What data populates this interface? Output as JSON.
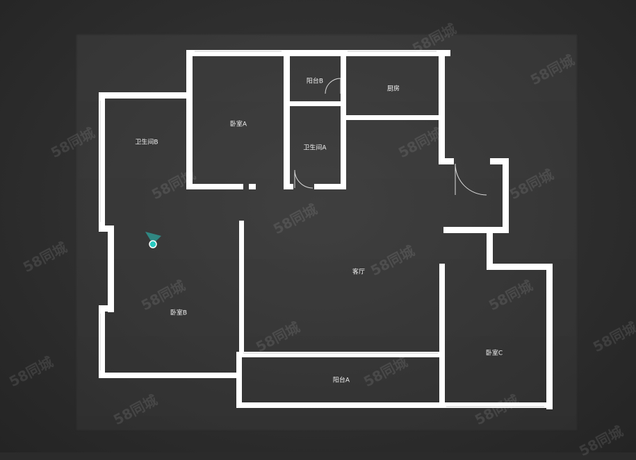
{
  "rooms": {
    "bedroom_a": "卧室A",
    "bedroom_b": "卧室B",
    "bedroom_c": "卧室C",
    "bathroom_a": "卫生间A",
    "bathroom_b": "卫生间B",
    "balcony_a": "阳台A",
    "balcony_b": "阳台B",
    "kitchen": "厨房",
    "living_room": "客厅"
  },
  "watermark": "58同城",
  "colors": {
    "wall": "#ffffff",
    "floor_dark": "#2b2b2b",
    "locator": "#29c9c0",
    "watermark": "rgba(255,255,255,0.10)"
  },
  "icons": {
    "locator": "viewpoint-marker-icon"
  }
}
